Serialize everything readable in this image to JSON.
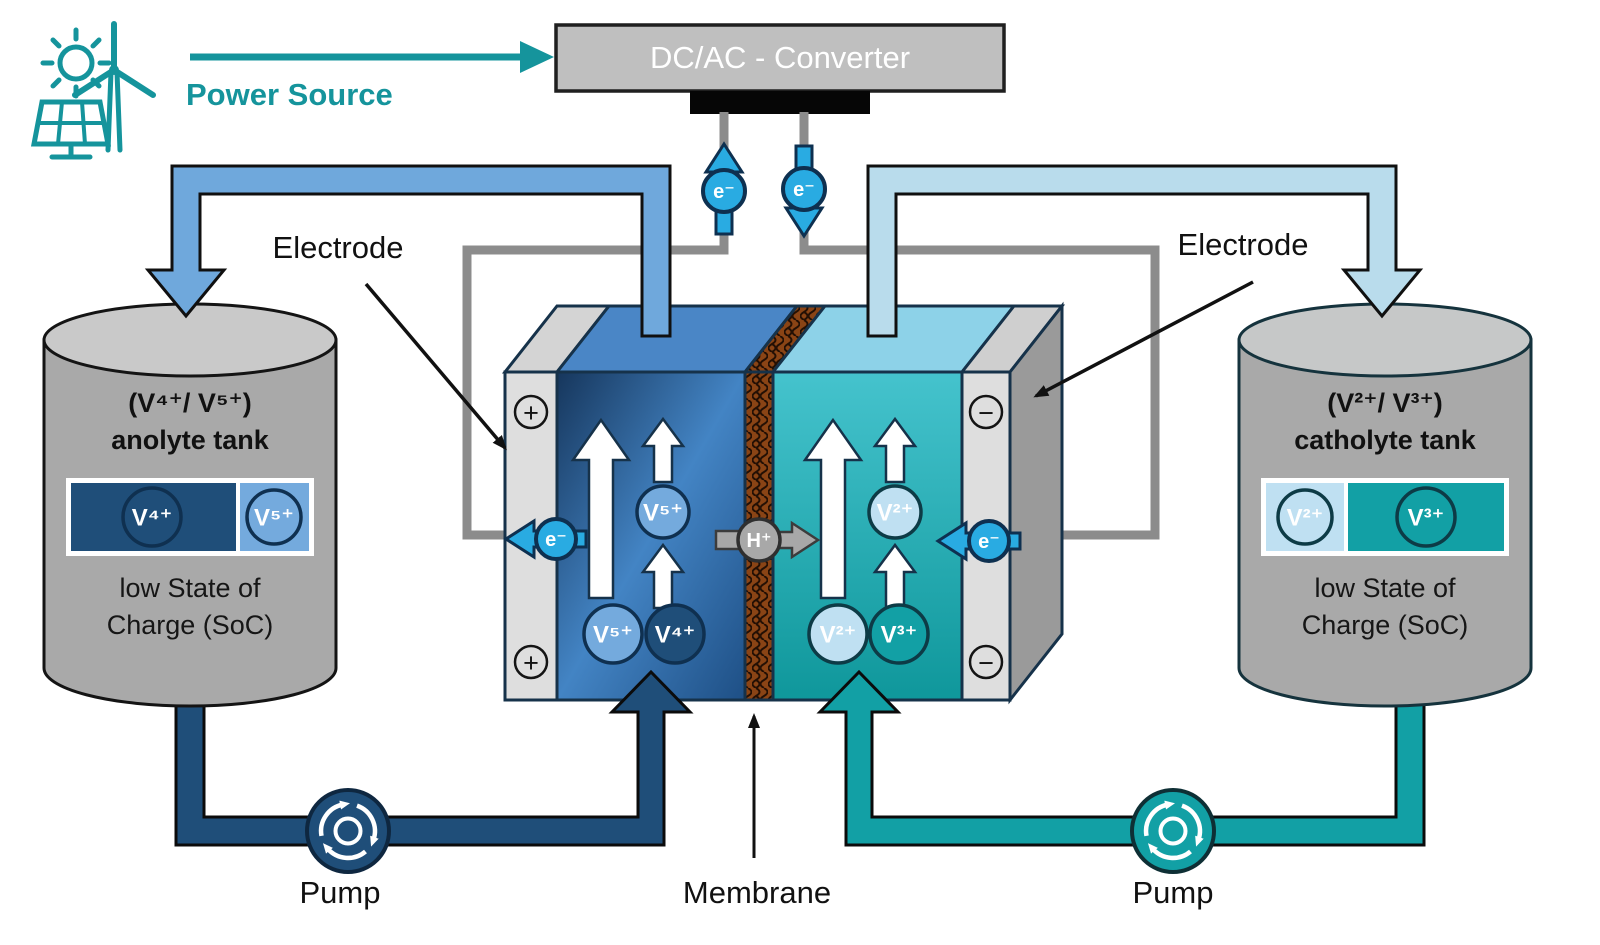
{
  "power_source": {
    "label": "Power Source"
  },
  "converter": {
    "label": "DC/AC - Converter"
  },
  "wire_labels": {
    "electron": "e⁻",
    "proton": "H⁺"
  },
  "callouts": {
    "electrode_left": "Electrode",
    "electrode_right": "Electrode",
    "membrane": "Membrane",
    "pump_left": "Pump",
    "pump_right": "Pump"
  },
  "anolyte_tank": {
    "title": "(V⁴⁺/ V⁵⁺)",
    "name": "anolyte tank",
    "soc_line1": "low State of",
    "soc_line2": "Charge (SoC)",
    "legend": {
      "ion_major": "V⁴⁺",
      "ion_minor": "V⁵⁺"
    }
  },
  "catholyte_tank": {
    "title": "(V²⁺/ V³⁺)",
    "name": "catholyte tank",
    "soc_line1": "low State of",
    "soc_line2": "Charge (SoC)",
    "legend": {
      "ion_minor": "V²⁺",
      "ion_major": "V³⁺"
    }
  },
  "cell": {
    "anolyte_half": {
      "terminal": "+",
      "ion_top": "V⁵⁺",
      "ion_bottom_left": "V⁵⁺",
      "ion_bottom_right": "V⁴⁺"
    },
    "catholyte_half": {
      "terminal": "−",
      "ion_top": "V²⁺",
      "ion_bottom_left": "V²⁺",
      "ion_bottom_right": "V³⁺"
    }
  },
  "colors": {
    "teal_accent": "#15949c",
    "anolyte_dark": "#1f4e79",
    "anolyte_light": "#74aadd",
    "catholyte_light": "#bfe0f2",
    "catholyte_teal": "#12a0a5",
    "electron_blue": "#29abe2",
    "proton_gray": "#a8a8a8",
    "membrane_brown": "#8a4415",
    "wire_gray": "#8c8c8c",
    "pipe_blue": "#6fa8dc",
    "pipe_light_blue": "#b9dcec"
  }
}
